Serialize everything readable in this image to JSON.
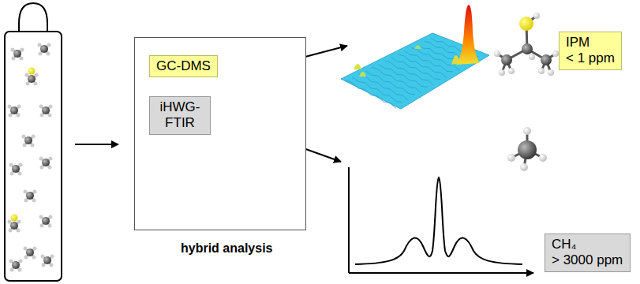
{
  "diagram": {
    "nodes": [
      {
        "text": [
          "hybrid analysis"
        ]
      },
      {
        "text": [
          "GC-DMS"
        ],
        "in": 0
      },
      {
        "text": [
          "iHWG- FTIR"
        ],
        "in": 0
      },
      {
        "text": [
          "IPM",
          "< 1 ppm"
        ]
      },
      {
        "text": [
          "CH₄",
          "> 3000 ppm"
        ]
      }
    ]
  }
}
